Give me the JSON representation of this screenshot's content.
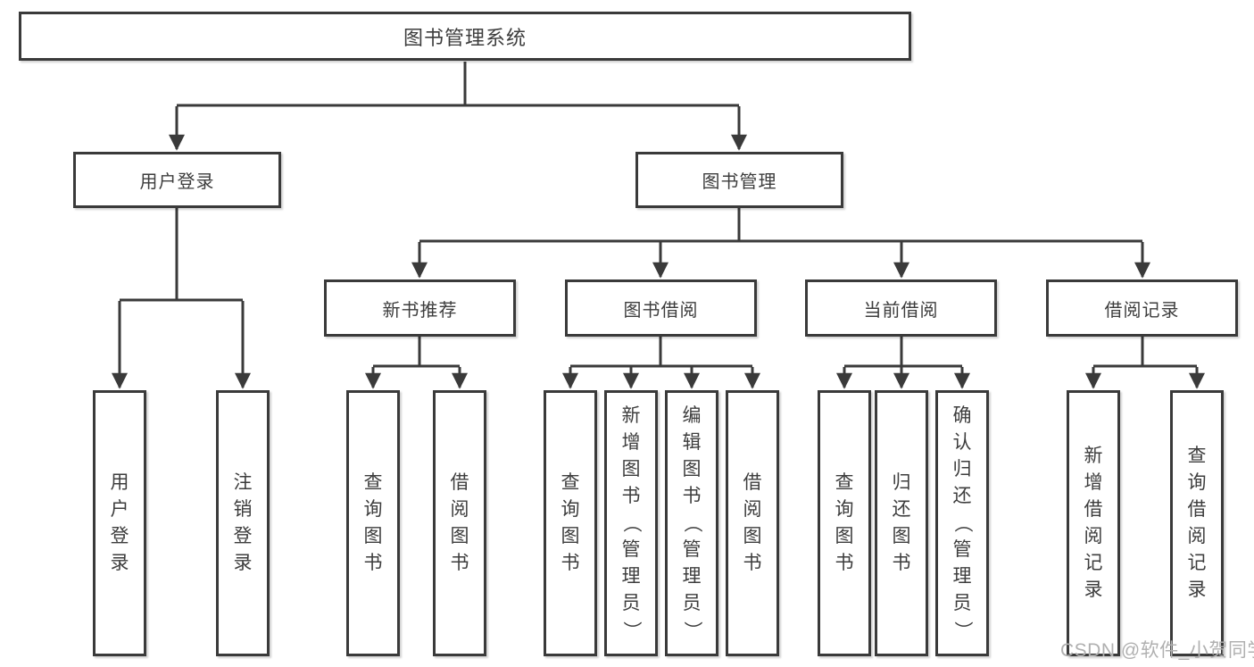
{
  "tree": {
    "root": "图书管理系统",
    "branches": [
      {
        "label": "用户登录",
        "children": [
          "用户登录",
          "注销登录"
        ]
      },
      {
        "label": "图书管理",
        "groups": [
          {
            "label": "新书推荐",
            "children": [
              "查询图书",
              "借阅图书"
            ]
          },
          {
            "label": "图书借阅",
            "children": [
              "查询图书",
              "新增图书（管理员）",
              "编辑图书（管理员）",
              "借阅图书"
            ]
          },
          {
            "label": "当前借阅",
            "children": [
              "查询图书",
              "归还图书",
              "确认归还（管理员）"
            ]
          },
          {
            "label": "借阅记录",
            "children": [
              "新增借阅记录",
              "查询借阅记录"
            ]
          }
        ]
      }
    ]
  },
  "watermark": "CSDN @软件_小贺同学",
  "colors": {
    "line": "#3a3a3a",
    "text": "#3d3d3d",
    "watermark": "#b0b0b0",
    "background": "#ffffff"
  }
}
